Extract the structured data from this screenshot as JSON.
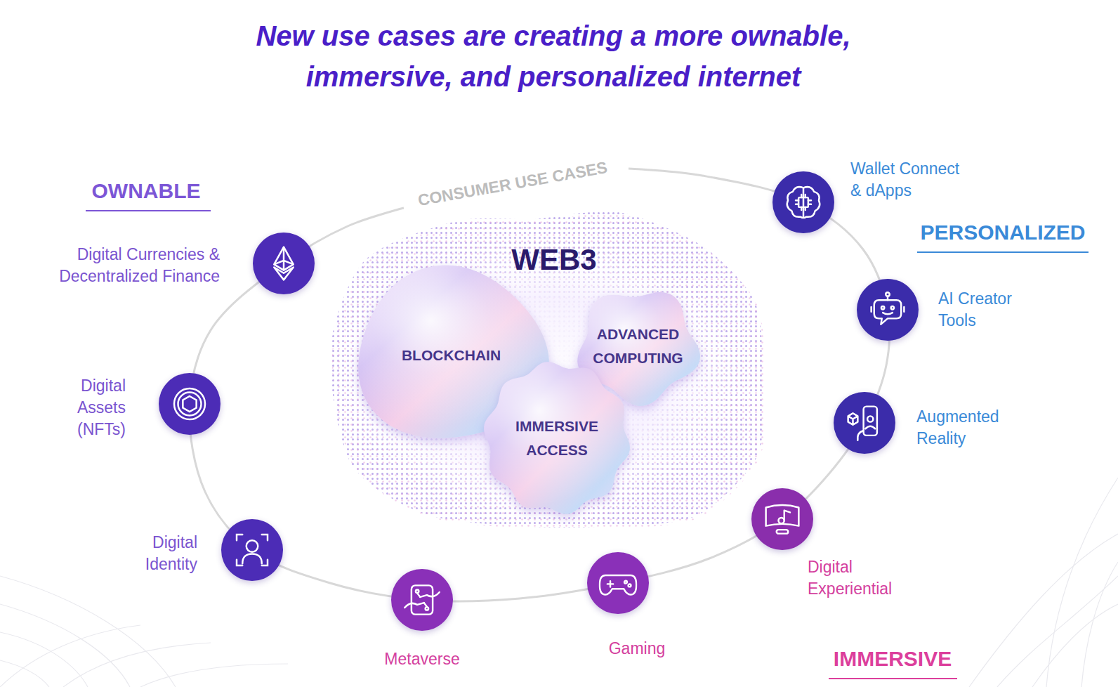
{
  "diagram": {
    "title": "New use cases are creating a more ownable, immersive, and personalized internet",
    "nodes": [
      {
        "text": [
          "Digital Currencies & Decentralized Finance"
        ]
      },
      {
        "text": [
          "Digital Assets (NFTs)"
        ]
      },
      {
        "text": [
          "Digital Identity"
        ]
      },
      {
        "text": [
          "WEB3"
        ]
      },
      {
        "text": [
          "BLOCKCHAIN"
        ],
        "in": 3
      },
      {
        "text": [
          "ADVANCED COMPUTING"
        ],
        "in": 3
      },
      {
        "text": [
          "IMMERSIVE ACCESS"
        ],
        "in": 3
      },
      {
        "text": [
          "Wallet Connect & dApps"
        ]
      },
      {
        "text": [
          "AI Creator Tools"
        ]
      },
      {
        "text": [
          "Augmented Reality"
        ]
      },
      {
        "text": [
          "Metaverse"
        ]
      },
      {
        "text": [
          "Gaming"
        ]
      },
      {
        "text": [
          "Digital Experiential"
        ]
      }
    ],
    "labels": [
      "CONSUMER USE CASES",
      "OWNABLE",
      "PERSONALIZED",
      "IMMERSIVE"
    ]
  }
}
